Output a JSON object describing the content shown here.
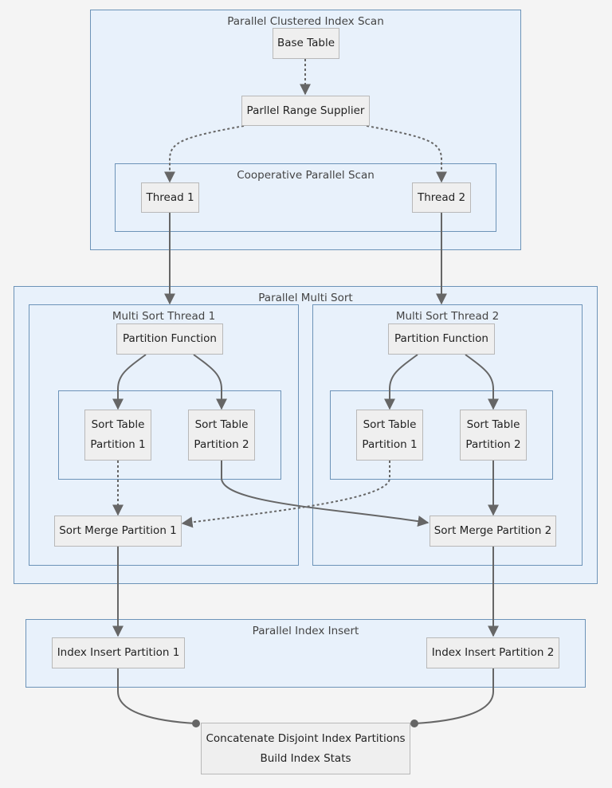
{
  "clusters": {
    "scan": "Parallel Clustered Index Scan",
    "coop": "Cooperative Parallel Scan",
    "multisort": "Parallel Multi Sort",
    "ms1": "Multi Sort Thread 1",
    "ms2": "Multi Sort Thread 2",
    "insert": "Parallel Index Insert"
  },
  "nodes": {
    "base_table": "Base Table",
    "range_supplier": "Parllel Range Supplier",
    "thread1": "Thread 1",
    "thread2": "Thread 2",
    "pf1": "Partition Function",
    "pf2": "Partition Function",
    "st11": [
      "Sort Table",
      "Partition 1"
    ],
    "st12": [
      "Sort Table",
      "Partition 2"
    ],
    "st21": [
      "Sort Table",
      "Partition 1"
    ],
    "st22": [
      "Sort Table",
      "Partition 2"
    ],
    "smp1": "Sort Merge Partition 1",
    "smp2": "Sort Merge Partition 2",
    "iip1": "Index Insert Partition 1",
    "iip2": "Index Insert Partition 2",
    "concat": [
      "Concatenate Disjoint Index Partitions",
      "Build Index Stats"
    ]
  },
  "colors": {
    "cluster_fill": "#e8f1fb",
    "cluster_border": "#6c93b8",
    "node_fill": "#efefef",
    "edge": "#666666"
  }
}
